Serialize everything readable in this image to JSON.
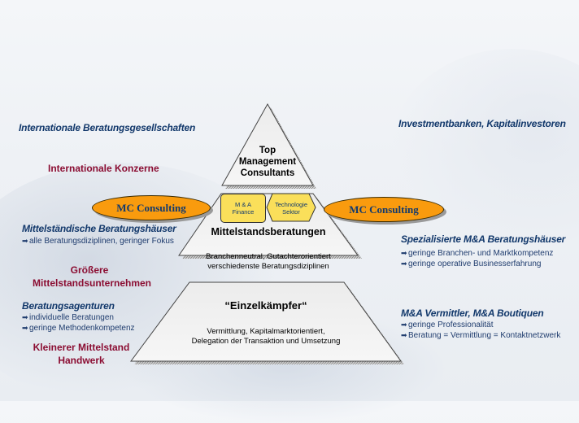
{
  "left": {
    "top_heading": "Internationale Beratungsgesellschaften",
    "top_client": "Internationale Konzerne",
    "mid_heading": "Mittelständische Beratungshäuser",
    "mid_bullets": [
      "alle Beratungsdiziplinen, geringer Fokus"
    ],
    "mid_client_line1": "Größere",
    "mid_client_line2": "Mittelstandsunternehmen",
    "bottom_heading": "Beratungsagenturen",
    "bottom_bullets": [
      "individuelle Beratungen",
      "geringe Methodenkompetenz"
    ],
    "bottom_client_line1": "Kleinerer Mittelstand",
    "bottom_client_line2": "Handwerk"
  },
  "right": {
    "top_heading": "Investmentbanken, Kapitalinvestoren",
    "mid_heading": "Spezialisierte M&A Beratungshäuser",
    "mid_bullets": [
      "geringe Branchen- und Marktkompetenz",
      "geringe operative Businesserfahrung"
    ],
    "bottom_heading": "M&A Vermittler, M&A Boutiquen",
    "bottom_bullets": [
      "geringe Professionalität",
      "Beratung = Vermittlung = Kontaktnetzwerk"
    ]
  },
  "pyramid": {
    "top": {
      "line1": "Top",
      "line2": "Management",
      "line3": "Consultants"
    },
    "middle": {
      "title": "Mittelstandsberatungen",
      "desc1": "Branchenneutral, Gutachterorientiert",
      "desc2": "verschiedenste Beratungsdiziplinen"
    },
    "bottom": {
      "title": "“Einzelkämpfer“",
      "desc1": "Vermittlung, Kapitalmarktorientiert,",
      "desc2": "Delegation der Transaktion und Umsetzung"
    }
  },
  "boxes": {
    "ma_finance_line1": "M & A",
    "ma_finance_line2": "Finance",
    "tech_line1": "Technologie",
    "tech_line2": "Sektor"
  },
  "ellipses": {
    "left": "MC Consulting",
    "right": "MC Consulting"
  },
  "bullet_icon": "arrow-right-icon",
  "colors": {
    "navy": "#12386b",
    "maroon": "#8b0d32",
    "orange": "#f99b0e",
    "yellow": "#fadf5a",
    "pyramid_fill": "#f2f2f2"
  }
}
